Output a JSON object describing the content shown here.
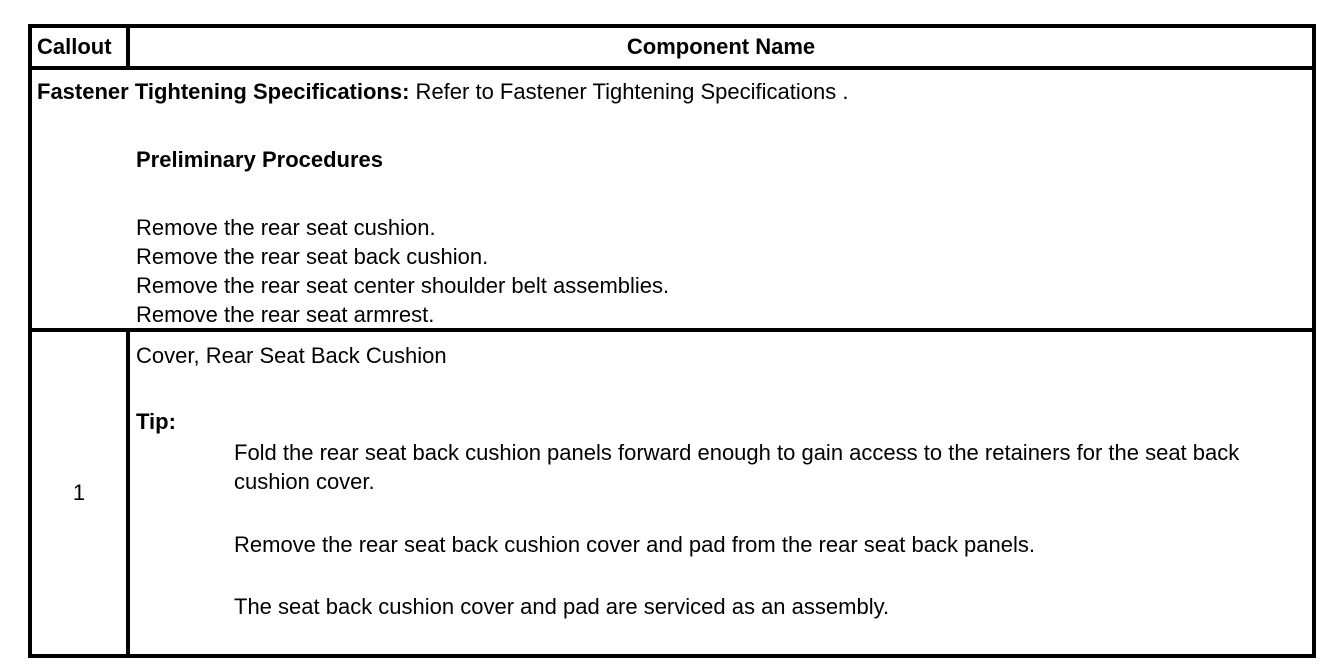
{
  "table": {
    "header": {
      "callout": "Callout",
      "component_name": "Component Name"
    },
    "fastener": {
      "label": "Fastener Tightening Specifications:",
      "text": " Refer to Fastener Tightening Specifications ."
    },
    "preliminary": {
      "title": "Preliminary Procedures",
      "steps": [
        "Remove the rear seat cushion.",
        "Remove the rear seat back cushion.",
        "Remove the rear seat center shoulder belt assemblies.",
        "Remove the rear seat armrest."
      ]
    },
    "rows": [
      {
        "callout": "1",
        "component": "Cover, Rear Seat Back Cushion",
        "tip_label": "Tip:",
        "tips": [
          "Fold the rear seat back cushion panels forward enough to gain access to the retainers for the seat back cushion cover.",
          "Remove the rear seat back cushion cover and pad from the rear seat back panels.",
          "The seat back cushion cover and pad are serviced as an assembly."
        ]
      }
    ]
  }
}
